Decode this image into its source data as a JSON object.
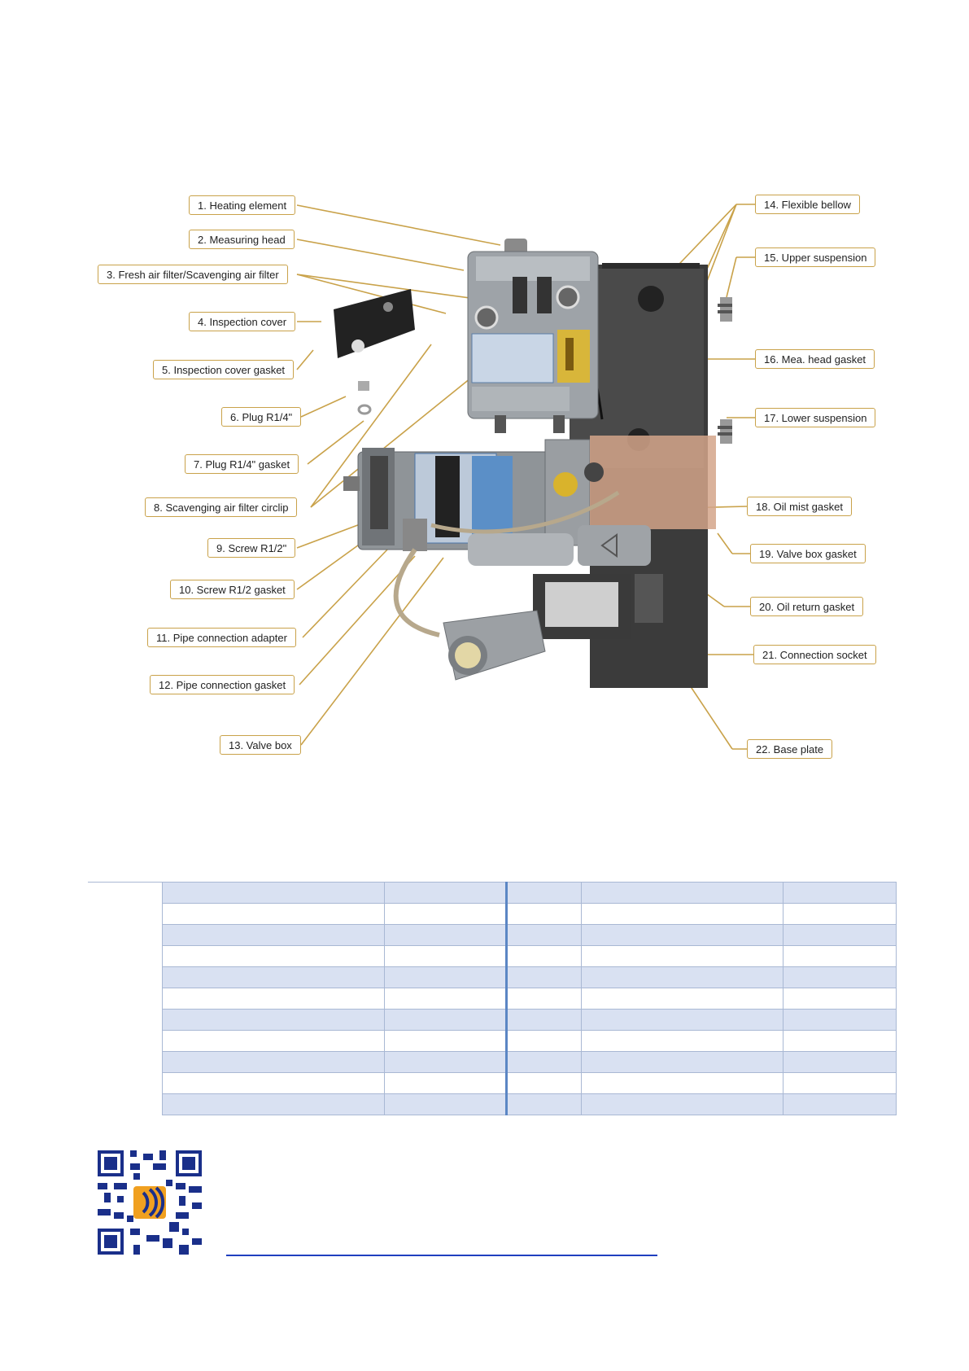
{
  "diagram": {
    "labels_left": [
      "1. Heating element",
      "2. Measuring head",
      "3. Fresh air filter/Scavenging air filter",
      "4. Inspection cover",
      "5. Inspection cover gasket",
      "6. Plug R1/4\"",
      "7. Plug R1/4\" gasket",
      "8. Scavenging air filter circlip",
      "9. Screw R1/2\"",
      "10. Screw R1/2 gasket",
      "11. Pipe connection adapter",
      "12. Pipe connection gasket",
      "13. Valve box"
    ],
    "labels_right": [
      "14. Flexible bellow",
      "15. Upper suspension",
      "16. Mea. head gasket",
      "17. Lower suspension",
      "18. Oil mist gasket",
      "19. Valve box gasket",
      "20. Oil return gasket",
      "21. Connection socket",
      "22. Base plate"
    ],
    "label_border_color": "#c9a24a",
    "leader_color": "#c9a24a"
  },
  "parts_table": {
    "rows": 11,
    "columns": 5,
    "header_fill": "#d9e1f2",
    "grid_color": "#a9b8d4",
    "separator_color": "#5b86c4"
  },
  "footer": {
    "qr_icon": "qr-code-icon",
    "logo_icon": "company-logo-icon",
    "logo_color": "#f0a020",
    "link_color": "#1f3fbf"
  }
}
